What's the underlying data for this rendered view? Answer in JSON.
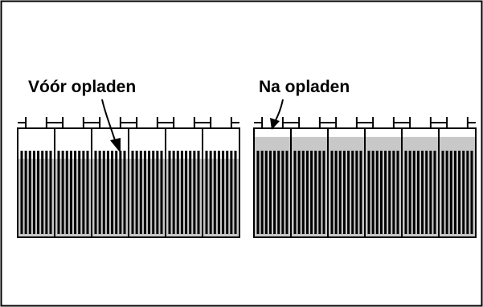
{
  "labels": {
    "before": "Vóór opladen",
    "after": "Na opladen"
  },
  "batteries": [
    {
      "name": "before",
      "cells": 6,
      "electrolyte_level": 0.72
    },
    {
      "name": "after",
      "cells": 6,
      "electrolyte_level": 0.92
    }
  ],
  "colors": {
    "electrolyte": "#c8c8c8",
    "line": "#000000",
    "background": "#ffffff"
  }
}
